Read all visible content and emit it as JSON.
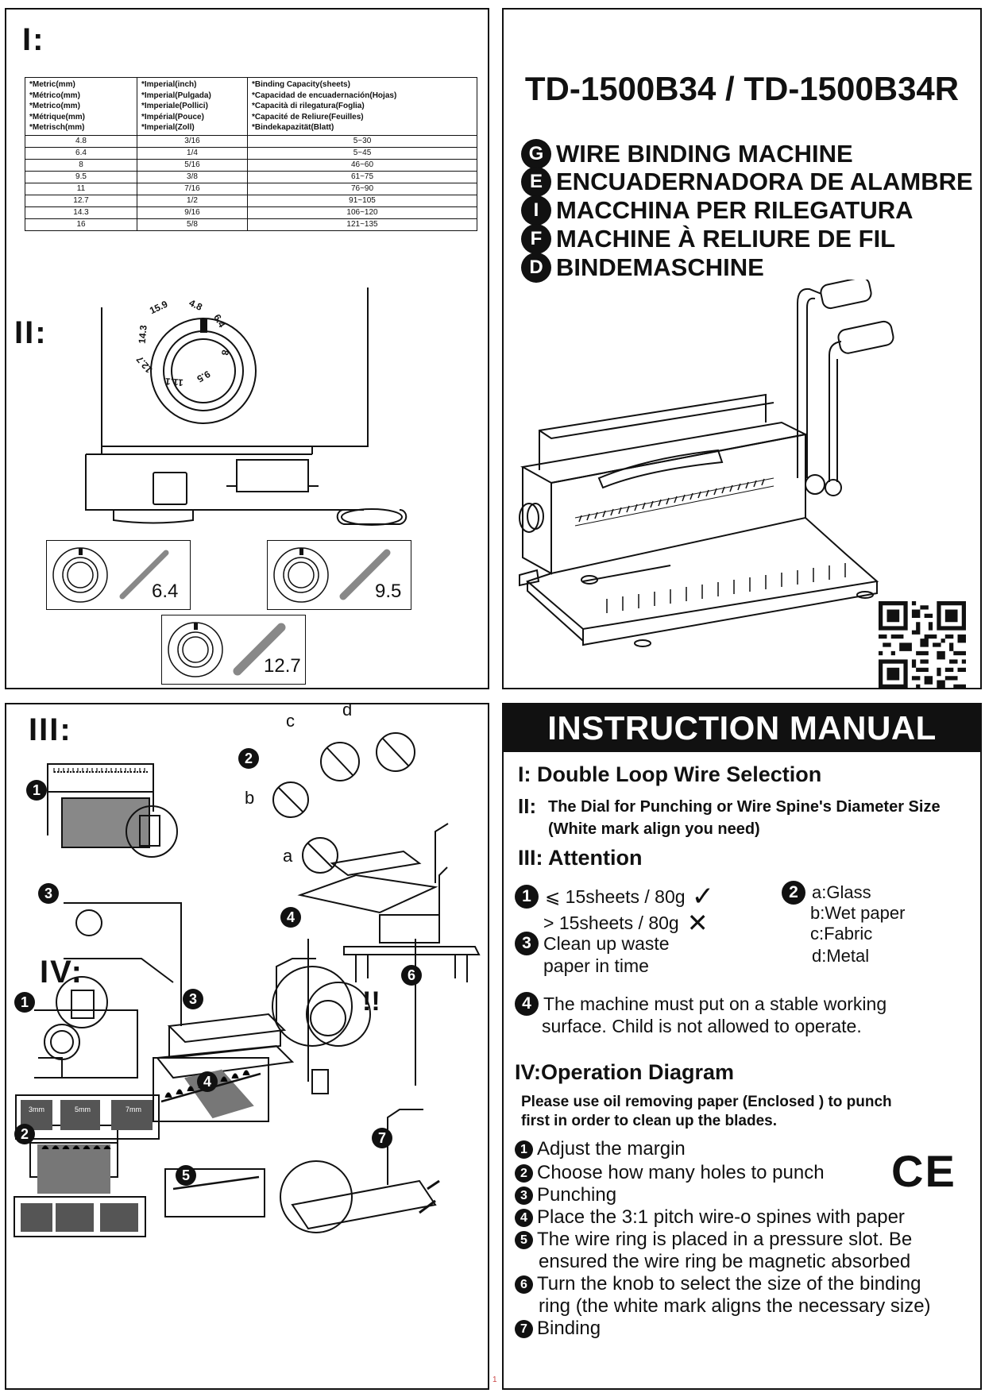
{
  "panel1": {
    "section_i": "I:",
    "section_ii": "II:",
    "table": {
      "headers": [
        [
          "*Metric(mm)",
          "*Métrico(mm)",
          "*Metrico(mm)",
          "*Métrique(mm)",
          "*Metrisch(mm)"
        ],
        [
          "*Imperial(inch)",
          "*Imperial(Pulgada)",
          "*Imperiale(Pollici)",
          "*Impérial(Pouce)",
          "*Imperial(Zoll)"
        ],
        [
          "*Binding Capacity(sheets)",
          "*Capacidad de encuadernación(Hojas)",
          "*Capacità di rilegatura(Foglia)",
          "*Capacité de Reliure(Feuilles)",
          "*Bindekapazität(Blatt)"
        ]
      ],
      "rows": [
        [
          "4.8",
          "3/16",
          "5~30"
        ],
        [
          "6.4",
          "1/4",
          "5~45"
        ],
        [
          "8",
          "5/16",
          "46~60"
        ],
        [
          "9.5",
          "3/8",
          "61~75"
        ],
        [
          "11",
          "7/16",
          "76~90"
        ],
        [
          "12.7",
          "1/2",
          "91~105"
        ],
        [
          "14.3",
          "9/16",
          "106~120"
        ],
        [
          "16",
          "5/8",
          "121~135"
        ]
      ]
    },
    "dial_labels": [
      "4.8",
      "6.4",
      "8",
      "9.5",
      "11.1",
      "12.7",
      "14.3",
      "15.9"
    ],
    "wire_examples": [
      "6.4",
      "9.5",
      "12.7"
    ]
  },
  "panel2": {
    "model": "TD-1500B34 / TD-1500B34R",
    "languages": [
      {
        "code": "G",
        "name": "WIRE BINDING MACHINE"
      },
      {
        "code": "E",
        "name": "ENCUADERNADORA DE ALAMBRE"
      },
      {
        "code": "I",
        "name": "MACCHINA PER RILEGATURA"
      },
      {
        "code": "F",
        "name": "MACHINE À RELIURE DE FIL"
      },
      {
        "code": "D",
        "name": "BINDEMASCHINE"
      }
    ]
  },
  "panel3": {
    "section_iii": "III:",
    "section_iv": "IV:",
    "attention_letters": [
      "a",
      "b",
      "c",
      "d"
    ],
    "margin_labels": [
      "3mm",
      "5mm",
      "7mm"
    ],
    "alert_marks": "!!",
    "step_numbers": [
      "1",
      "2",
      "3",
      "4",
      "5",
      "6",
      "7"
    ]
  },
  "panel4": {
    "banner": "INSTRUCTION MANUAL",
    "i_title": "I: Double Loop Wire Selection",
    "ii_label": "II:",
    "ii_title": "The Dial for Punching or Wire Spine's Diameter Size",
    "ii_sub": "(White mark align you need)",
    "iii_title": "III: Attention",
    "att1_le": "⩽  15sheets / 80g",
    "att1_gt": ">  15sheets / 80g",
    "att2": [
      "a:Glass",
      "b:Wet paper",
      "c:Fabric",
      "d:Metal"
    ],
    "att3_l1": "Clean up waste",
    "att3_l2": "paper in time",
    "att4_l1": "The machine must put on a stable working",
    "att4_l2": "surface.  Child is not allowed to  operate.",
    "iv_title": "IV:Operation Diagram",
    "iv_note_l1": "Please use oil removing paper (Enclosed ) to punch",
    "iv_note_l2": "first in order to clean up the blades.",
    "steps": [
      "Adjust the margin",
      "Choose how many holes to punch",
      "Punching",
      "Place the 3:1 pitch wire-o spines with paper",
      "The wire ring is placed in a pressure slot. Be",
      "Turn the knob to select the size of the binding",
      "Binding"
    ],
    "step5_l2": "ensured the wire ring be magnetic absorbed",
    "step6_l2": "ring (the white mark aligns the necessary size)",
    "ce_mark": "CE",
    "page_number": "1"
  }
}
